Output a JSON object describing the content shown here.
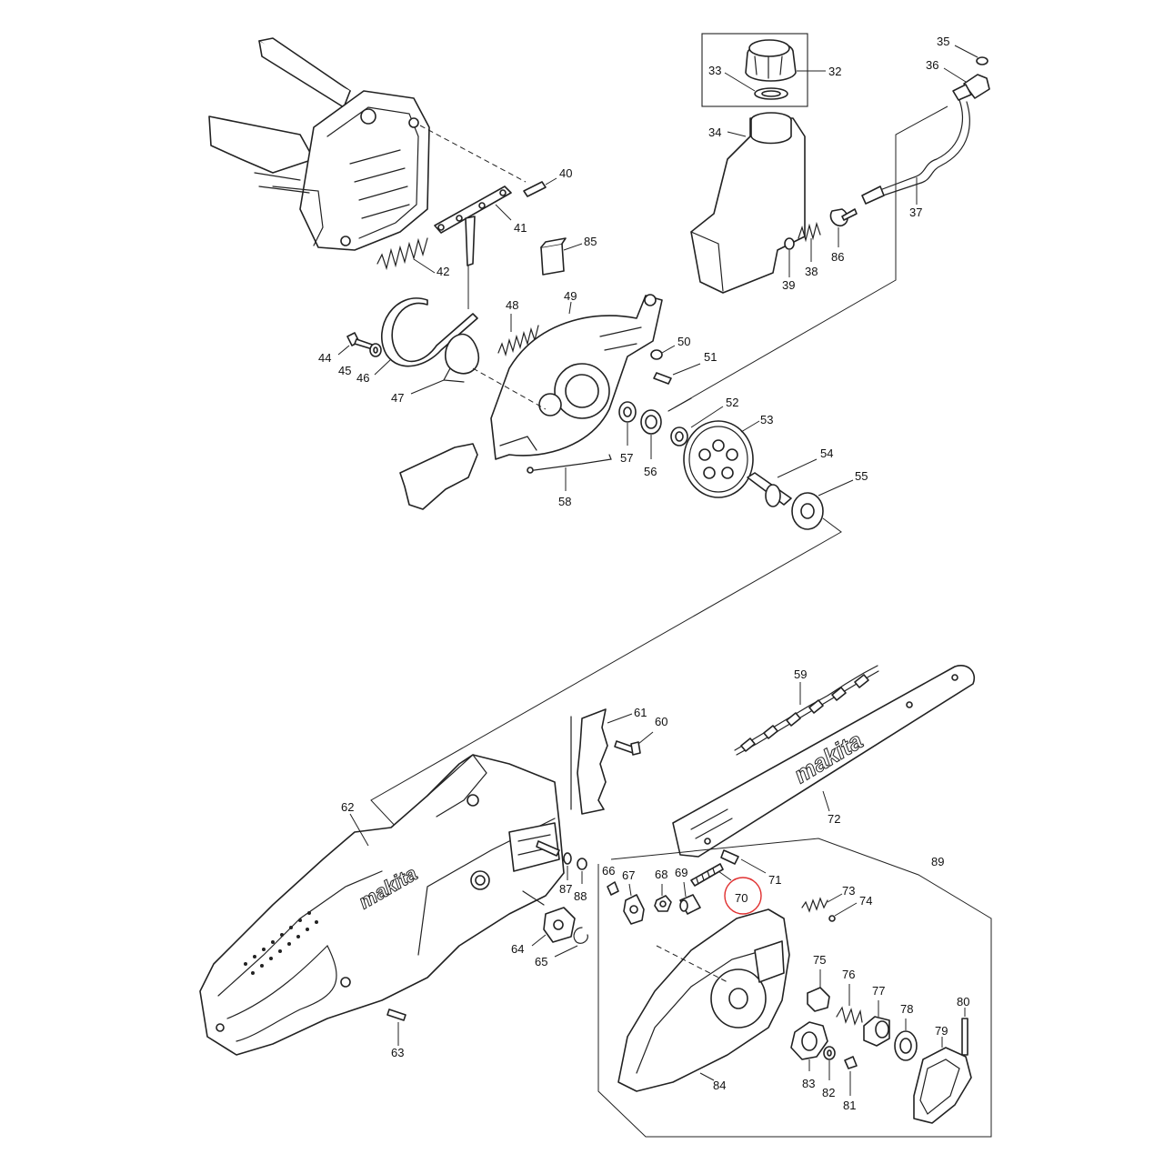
{
  "labels": {
    "p33": "33",
    "p32": "32",
    "p34": "34",
    "p35": "35",
    "p36": "36",
    "p37": "37",
    "p38": "38",
    "p39": "39",
    "p40": "40",
    "p41": "41",
    "p42": "42",
    "p44": "44",
    "p45": "45",
    "p46": "46",
    "p47": "47",
    "p48": "48",
    "p49": "49",
    "p50": "50",
    "p51": "51",
    "p52": "52",
    "p53": "53",
    "p54": "54",
    "p55": "55",
    "p56": "56",
    "p57": "57",
    "p58": "58",
    "p59": "59",
    "p60": "60",
    "p61": "61",
    "p62": "62",
    "p63": "63",
    "p64": "64",
    "p65": "65",
    "p66": "66",
    "p67": "67",
    "p68": "68",
    "p69": "69",
    "p70": "70",
    "p71": "71",
    "p72": "72",
    "p73": "73",
    "p74": "74",
    "p75": "75",
    "p76": "76",
    "p77": "77",
    "p78": "78",
    "p79": "79",
    "p80": "80",
    "p81": "81",
    "p82": "82",
    "p83": "83",
    "p84": "84",
    "p85": "85",
    "p86": "86",
    "p87": "87",
    "p88": "88",
    "p89": "89"
  },
  "brand": {
    "bar_logo": "makita",
    "body_logo": "makita"
  },
  "highlight": {
    "part": "70",
    "color": "#e03030"
  }
}
